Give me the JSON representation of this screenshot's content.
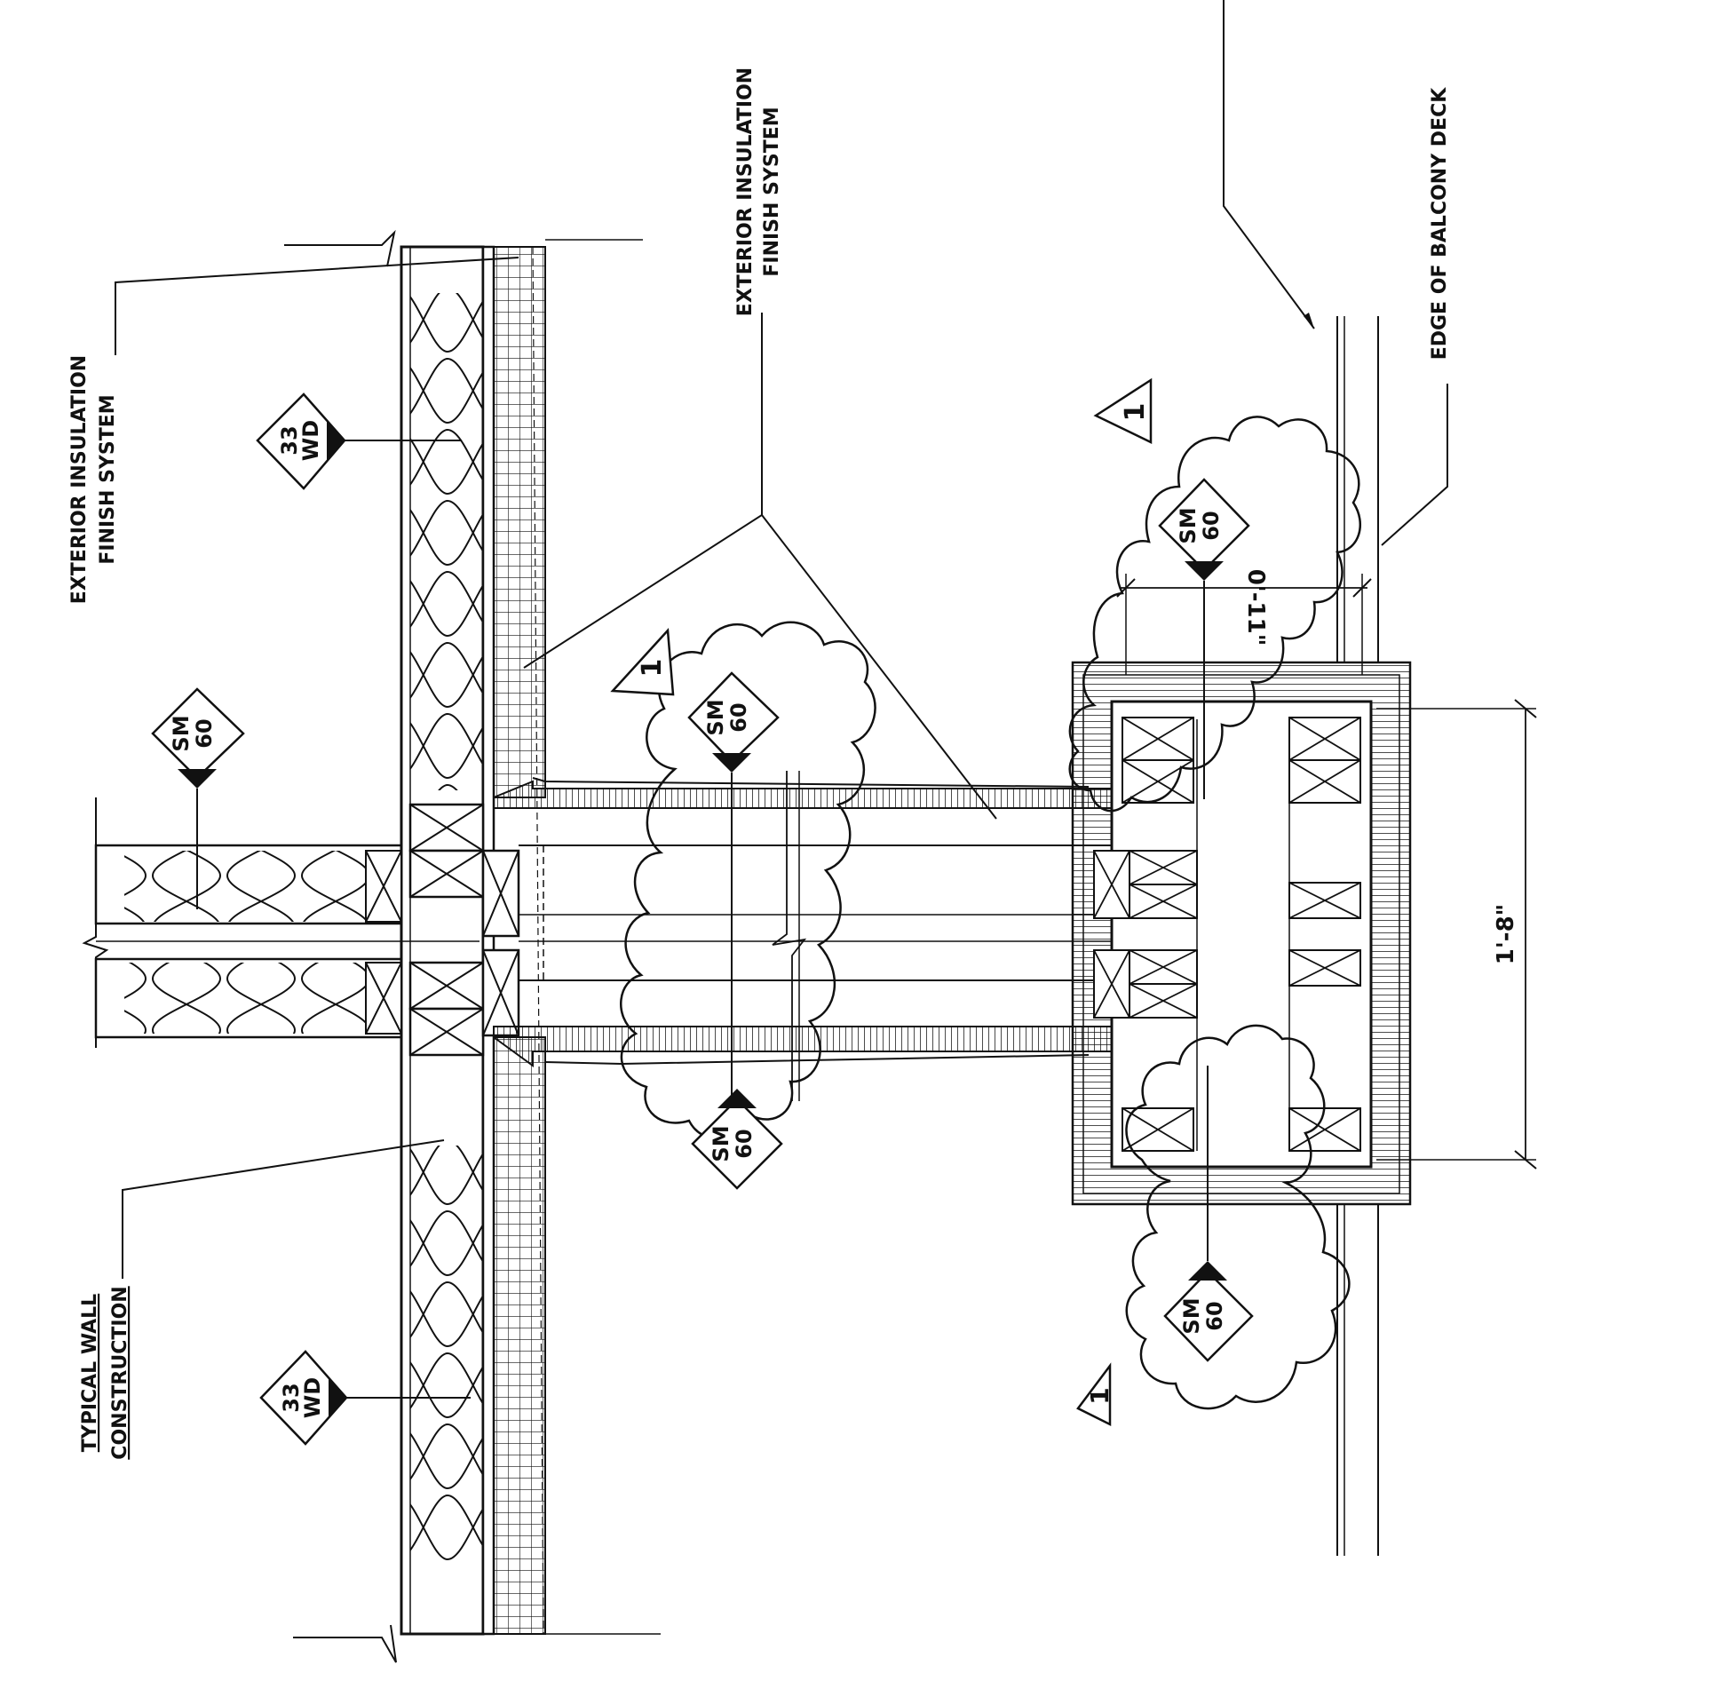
{
  "labels": {
    "eifs_left": [
      "EXTERIOR INSULATION",
      "FINISH SYSTEM"
    ],
    "eifs_center": [
      "EXTERIOR INSULATION",
      "FINISH SYSTEM"
    ],
    "typical_wall": [
      "TYPICAL WALL",
      "CONSTRUCTION"
    ],
    "balcony_edge": "EDGE OF BALCONY DECK"
  },
  "dimensions": {
    "deck_offset": "0'-11\"",
    "column_width": "1'-8\""
  },
  "wall_tags": [
    {
      "code": "WD",
      "number": "33"
    },
    {
      "code": "WD",
      "number": "33"
    }
  ],
  "sm_tags": [
    {
      "code": "SM",
      "number": "60"
    },
    {
      "code": "SM",
      "number": "60"
    },
    {
      "code": "SM",
      "number": "60"
    },
    {
      "code": "SM",
      "number": "60"
    },
    {
      "code": "SM",
      "number": "60"
    }
  ],
  "revision_marker": "1",
  "colors": {
    "ink": "#111111",
    "paper": "#ffffff"
  }
}
